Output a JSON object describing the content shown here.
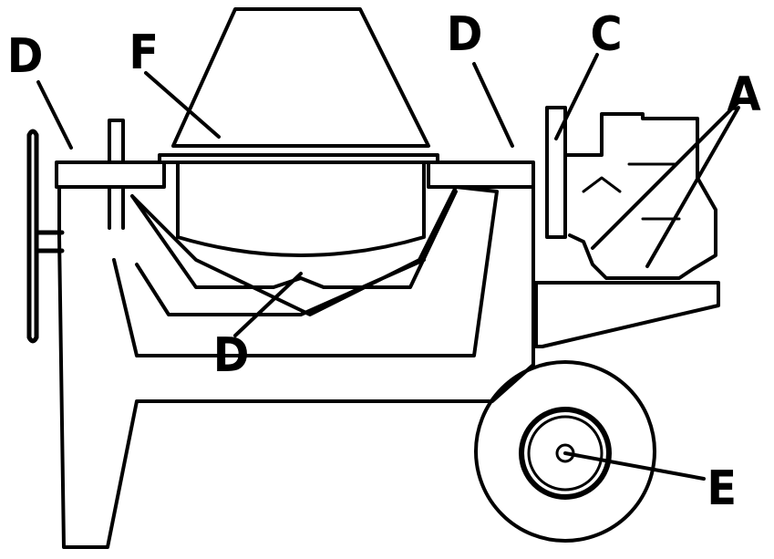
{
  "diagram": {
    "labels": {
      "D_top_left": "D",
      "F": "F",
      "D_top_right": "D",
      "C": "C",
      "A": "A",
      "D_bottom": "D",
      "E": "E"
    },
    "colors": {
      "ink": "#000000",
      "background": "#ffffff"
    }
  }
}
